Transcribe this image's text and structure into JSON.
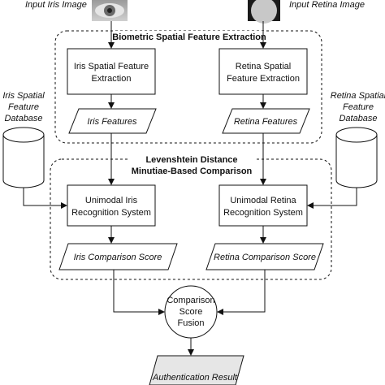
{
  "inputs": {
    "iris_image_label": "Input Iris Image",
    "retina_image_label": "Input Retina Image"
  },
  "databases": {
    "iris": [
      "Iris Spatial",
      "Feature",
      "Database"
    ],
    "retina": [
      "Retina Spatial",
      "Feature",
      "Database"
    ]
  },
  "groups": {
    "feature_extraction_title": "Biometric Spatial Feature Extraction",
    "comparison_title": [
      "Levenshtein Distance",
      "Minutiae-Based Comparison"
    ]
  },
  "nodes": {
    "iris_extraction": [
      "Iris Spatial Feature",
      "Extraction"
    ],
    "retina_extraction": [
      "Retina Spatial",
      "Feature Extraction"
    ],
    "iris_features": "Iris Features",
    "retina_features": "Retina Features",
    "iris_recognition": [
      "Unimodal Iris",
      "Recognition System"
    ],
    "retina_recognition": [
      "Unimodal Retina",
      "Recognition System"
    ],
    "iris_score": "Iris Comparison Score",
    "retina_score": "Retina Comparison Score",
    "fusion": [
      "Comparison",
      "Score",
      "Fusion"
    ],
    "result": "Authentication Result"
  },
  "colors": {
    "line": "#111111",
    "result_fill": "#e6e6e6",
    "retina_image": "#c8c8c8"
  }
}
